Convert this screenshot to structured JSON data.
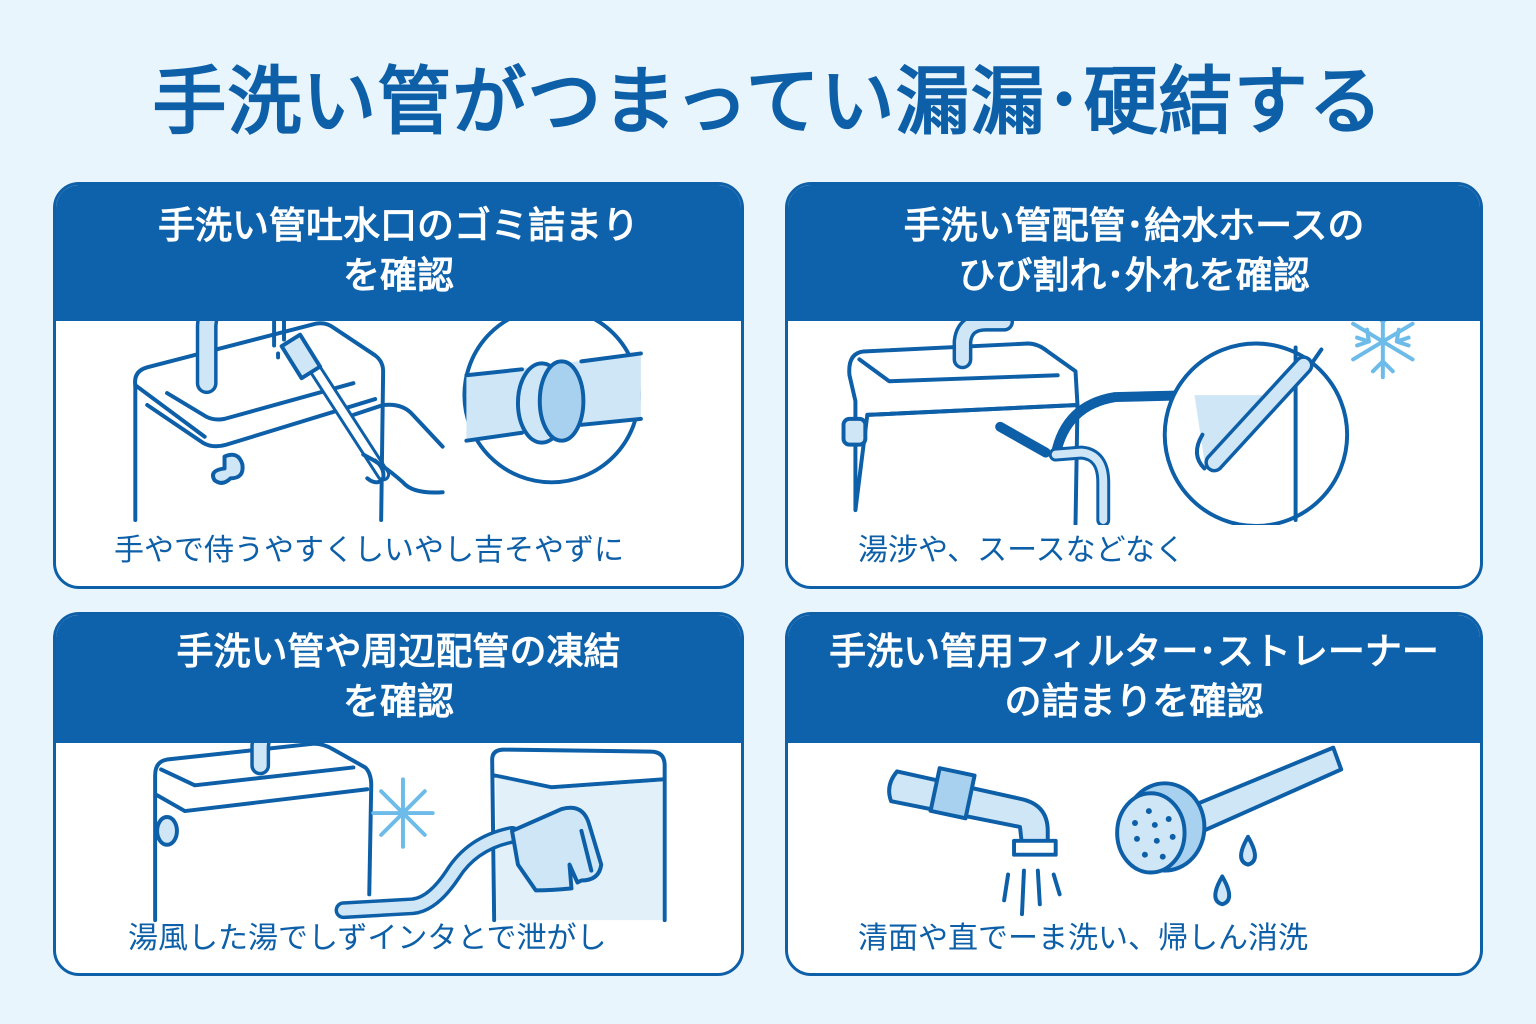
{
  "page": {
    "title": "手洗い管がつまってい漏漏･硬結する"
  },
  "colors": {
    "background": "#e8f5fd",
    "primary_blue": "#0d62ab",
    "title_blue": "#0d5fa8",
    "light_blue_fill": "#cfe6f7",
    "snowflake_blue": "#6cbbe9",
    "card_background": "#ffffff"
  },
  "cards": [
    {
      "heading_line1": "手洗い管吐水口のゴミ詰まり",
      "heading_line2": "を確認",
      "caption": "手やで侍うやすくしいやし吉そやずに",
      "illustration": "toilet-tank-faucet-toothbrush-cleaning-with-pipe-joint-magnifier"
    },
    {
      "heading_line1": "手洗い管配管･給水ホースの",
      "heading_line2": "ひび割れ･外れを確認",
      "caption": "湯涉や、スースなどなく",
      "illustration": "toilet-tank-supply-hose-with-wall-connection-magnifier-and-snowflake"
    },
    {
      "heading_line1": "手洗い管や周辺配管の凍結",
      "heading_line2": "を確認",
      "caption": "湯風した湯でしずインタとで泄がし",
      "illustration": "toilet-tank-snowflake-and-towel-wrapped-pipe"
    },
    {
      "heading_line1": "手洗い管用フィルター･ストレーナー",
      "heading_line2": "の詰まりを確認",
      "caption": "清面や直でーま洗い、帰しん消洗",
      "illustration": "faucet-spout-with-water-and-strainer-filter-with-drops"
    }
  ]
}
